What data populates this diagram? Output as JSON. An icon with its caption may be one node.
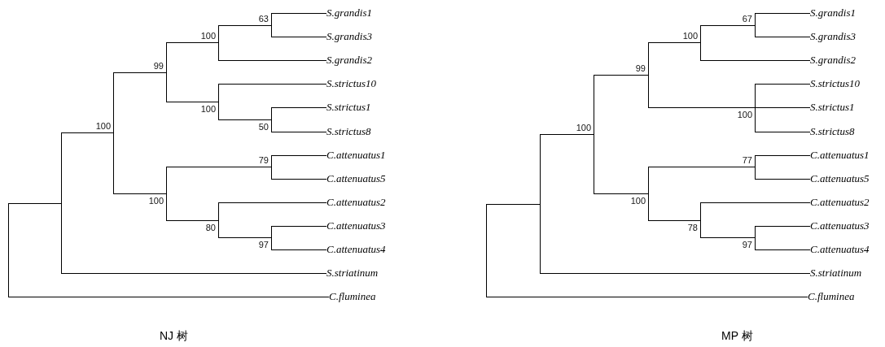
{
  "diagram": {
    "nodes": [
      {
        "text": [],
        "shape": "bar"
      },
      {
        "text": [],
        "shape": "bar"
      },
      {
        "text": [],
        "shape": "bar",
        "beside": [
          "100"
        ]
      },
      {
        "text": [],
        "shape": "bar",
        "beside": [
          "99"
        ]
      },
      {
        "text": [],
        "shape": "bar",
        "beside": [
          "100"
        ]
      },
      {
        "text": [],
        "shape": "bar",
        "beside": [
          "63"
        ]
      },
      {
        "text": [
          "S.grandis1"
        ]
      },
      {
        "text": [
          "S.grandis3"
        ]
      },
      {
        "text": [
          "S.grandis2"
        ]
      },
      {
        "text": [],
        "shape": "bar",
        "beside": [
          "100"
        ]
      },
      {
        "text": [
          "S.strictus10"
        ]
      },
      {
        "text": [],
        "shape": "bar",
        "beside": [
          "50"
        ]
      },
      {
        "text": [
          "S.strictus1"
        ]
      },
      {
        "text": [
          "S.strictus8"
        ]
      },
      {
        "text": [],
        "shape": "bar",
        "beside": [
          "100"
        ]
      },
      {
        "text": [],
        "shape": "bar",
        "beside": [
          "79"
        ]
      },
      {
        "text": [
          "C.attenuatus1"
        ]
      },
      {
        "text": [
          "C.attenuatus5"
        ]
      },
      {
        "text": [],
        "shape": "bar",
        "beside": [
          "80"
        ]
      },
      {
        "text": [
          "C.attenuatus2"
        ]
      },
      {
        "text": [],
        "shape": "bar",
        "beside": [
          "97"
        ]
      },
      {
        "text": [
          "C.attenuatus3"
        ]
      },
      {
        "text": [
          "C.attenuatus4"
        ]
      },
      {
        "text": [
          "S.striatinum"
        ]
      },
      {
        "text": [
          "C.fluminea"
        ]
      },
      {
        "text": [],
        "shape": "bar"
      },
      {
        "text": [],
        "shape": "bar"
      },
      {
        "text": [],
        "shape": "bar",
        "beside": [
          "100"
        ]
      },
      {
        "text": [],
        "shape": "bar",
        "beside": [
          "99"
        ]
      },
      {
        "text": [],
        "shape": "bar",
        "beside": [
          "100"
        ]
      },
      {
        "text": [],
        "shape": "bar",
        "beside": [
          "67"
        ]
      },
      {
        "text": [
          "S.grandis1"
        ]
      },
      {
        "text": [
          "S.grandis3"
        ]
      },
      {
        "text": [
          "S.grandis2"
        ]
      },
      {
        "text": [],
        "shape": "bar",
        "beside": [
          "100"
        ]
      },
      {
        "text": [
          "S.strictus10"
        ]
      },
      {
        "text": [
          "S.strictus1"
        ]
      },
      {
        "text": [
          "S.strictus8"
        ]
      },
      {
        "text": [],
        "shape": "bar",
        "beside": [
          "100"
        ]
      },
      {
        "text": [],
        "shape": "bar",
        "beside": [
          "77"
        ]
      },
      {
        "text": [
          "C.attenuatus1"
        ]
      },
      {
        "text": [
          "C.attenuatus5"
        ]
      },
      {
        "text": [],
        "shape": "bar",
        "beside": [
          "78"
        ]
      },
      {
        "text": [
          "C.attenuatus2"
        ]
      },
      {
        "text": [],
        "shape": "bar",
        "beside": [
          "97"
        ]
      },
      {
        "text": [
          "C.attenuatus3"
        ]
      },
      {
        "text": [
          "C.attenuatus4"
        ]
      },
      {
        "text": [
          "S.striatinum"
        ]
      },
      {
        "text": [
          "C.fluminea"
        ]
      }
    ],
    "edges": [
      {
        "from": 0,
        "to": 1,
        "arrow": "none"
      },
      {
        "from": 0,
        "to": 24,
        "arrow": "none"
      },
      {
        "from": 1,
        "to": 2,
        "arrow": "none"
      },
      {
        "from": 1,
        "to": 23,
        "arrow": "none"
      },
      {
        "from": 2,
        "to": 3,
        "arrow": "none"
      },
      {
        "from": 2,
        "to": 14,
        "arrow": "none"
      },
      {
        "from": 3,
        "to": 4,
        "arrow": "none"
      },
      {
        "from": 3,
        "to": 9,
        "arrow": "none"
      },
      {
        "from": 4,
        "to": 5,
        "arrow": "none"
      },
      {
        "from": 4,
        "to": 8,
        "arrow": "none"
      },
      {
        "from": 5,
        "to": 6,
        "arrow": "none"
      },
      {
        "from": 5,
        "to": 7,
        "arrow": "none"
      },
      {
        "from": 9,
        "to": 10,
        "arrow": "none"
      },
      {
        "from": 9,
        "to": 11,
        "arrow": "none"
      },
      {
        "from": 11,
        "to": 12,
        "arrow": "none"
      },
      {
        "from": 11,
        "to": 13,
        "arrow": "none"
      },
      {
        "from": 14,
        "to": 15,
        "arrow": "none"
      },
      {
        "from": 14,
        "to": 18,
        "arrow": "none"
      },
      {
        "from": 15,
        "to": 16,
        "arrow": "none"
      },
      {
        "from": 15,
        "to": 17,
        "arrow": "none"
      },
      {
        "from": 18,
        "to": 19,
        "arrow": "none"
      },
      {
        "from": 18,
        "to": 20,
        "arrow": "none"
      },
      {
        "from": 20,
        "to": 21,
        "arrow": "none"
      },
      {
        "from": 20,
        "to": 22,
        "arrow": "none"
      },
      {
        "from": 25,
        "to": 26,
        "arrow": "none"
      },
      {
        "from": 25,
        "to": 48,
        "arrow": "none"
      },
      {
        "from": 26,
        "to": 27,
        "arrow": "none"
      },
      {
        "from": 26,
        "to": 47,
        "arrow": "none"
      },
      {
        "from": 27,
        "to": 28,
        "arrow": "none"
      },
      {
        "from": 27,
        "to": 38,
        "arrow": "none"
      },
      {
        "from": 28,
        "to": 29,
        "arrow": "none"
      },
      {
        "from": 28,
        "to": 34,
        "arrow": "none"
      },
      {
        "from": 29,
        "to": 30,
        "arrow": "none"
      },
      {
        "from": 29,
        "to": 33,
        "arrow": "none"
      },
      {
        "from": 30,
        "to": 31,
        "arrow": "none"
      },
      {
        "from": 30,
        "to": 32,
        "arrow": "none"
      },
      {
        "from": 34,
        "to": 35,
        "arrow": "none"
      },
      {
        "from": 34,
        "to": 36,
        "arrow": "none"
      },
      {
        "from": 34,
        "to": 37,
        "arrow": "none"
      },
      {
        "from": 38,
        "to": 39,
        "arrow": "none"
      },
      {
        "from": 38,
        "to": 42,
        "arrow": "none"
      },
      {
        "from": 39,
        "to": 40,
        "arrow": "none"
      },
      {
        "from": 39,
        "to": 41,
        "arrow": "none"
      },
      {
        "from": 42,
        "to": 43,
        "arrow": "none"
      },
      {
        "from": 42,
        "to": 44,
        "arrow": "none"
      },
      {
        "from": 44,
        "to": 45,
        "arrow": "none"
      },
      {
        "from": 44,
        "to": 46,
        "arrow": "none"
      }
    ],
    "labels": [
      "NJ 树",
      "MP 树"
    ]
  }
}
